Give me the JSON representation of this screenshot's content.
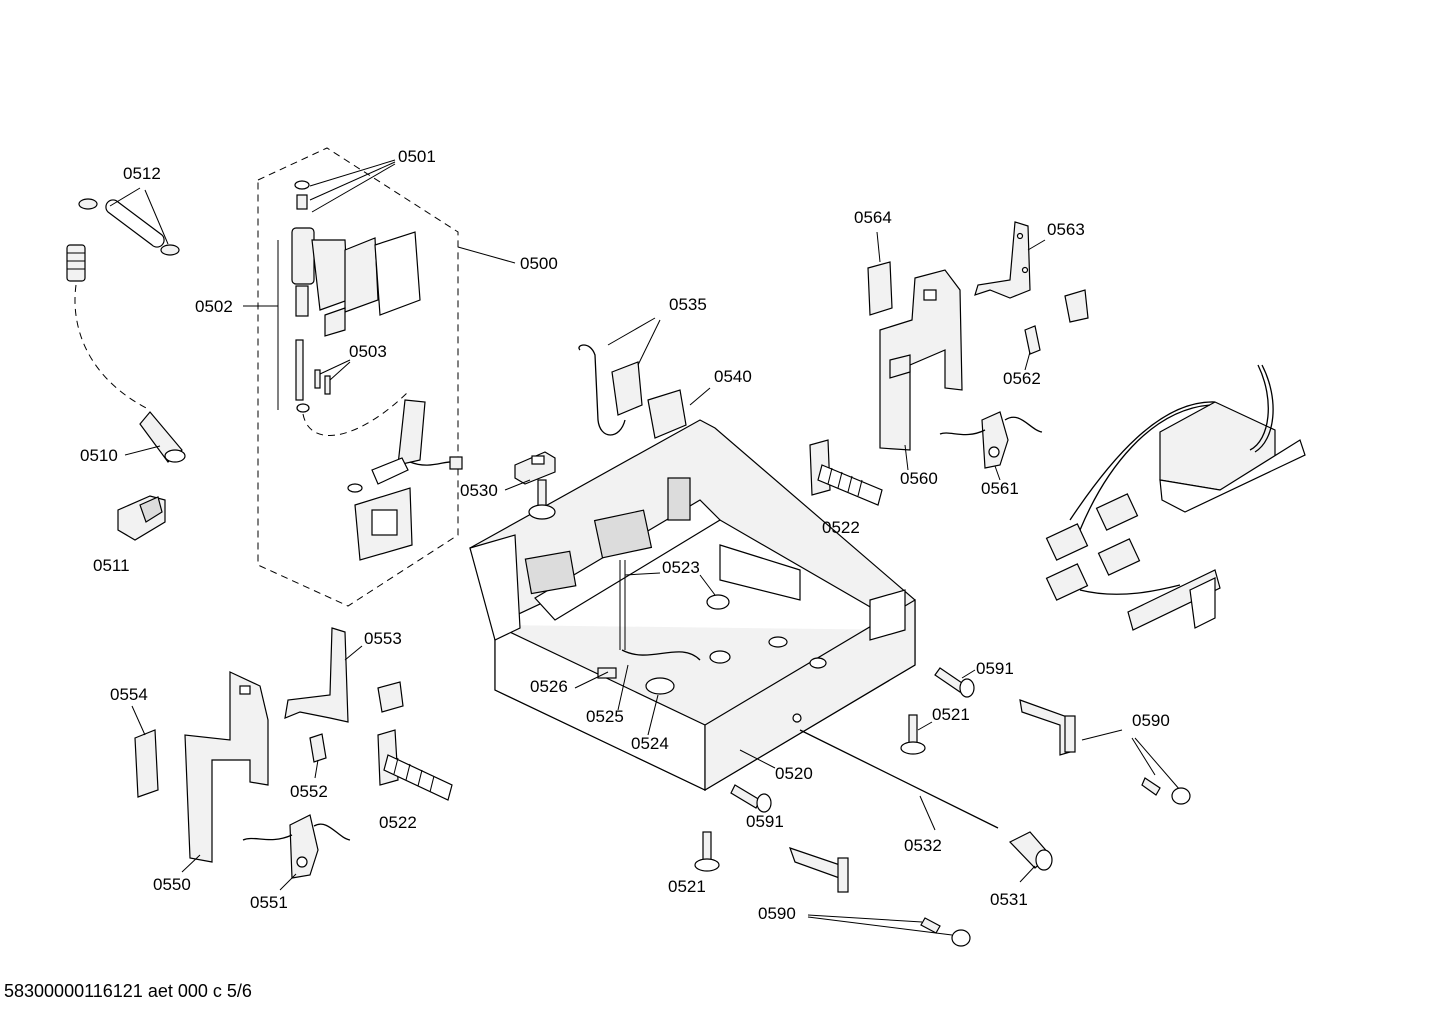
{
  "callouts": {
    "c0500": "0500",
    "c0501": "0501",
    "c0502": "0502",
    "c0503": "0503",
    "c0510": "0510",
    "c0511": "0511",
    "c0512": "0512",
    "c0520": "0520",
    "c0521a": "0521",
    "c0521b": "0521",
    "c0522a": "0522",
    "c0522b": "0522",
    "c0523": "0523",
    "c0524": "0524",
    "c0525": "0525",
    "c0526": "0526",
    "c0530": "0530",
    "c0531": "0531",
    "c0532": "0532",
    "c0535": "0535",
    "c0540": "0540",
    "c0550": "0550",
    "c0551": "0551",
    "c0552": "0552",
    "c0553": "0553",
    "c0554": "0554",
    "c0560": "0560",
    "c0561": "0561",
    "c0562": "0562",
    "c0563": "0563",
    "c0564": "0564",
    "c0590a": "0590",
    "c0590b": "0590",
    "c0591a": "0591",
    "c0591b": "0591"
  },
  "footer": {
    "drawing_id": "58300000116121 aet 000 c 5/6"
  }
}
